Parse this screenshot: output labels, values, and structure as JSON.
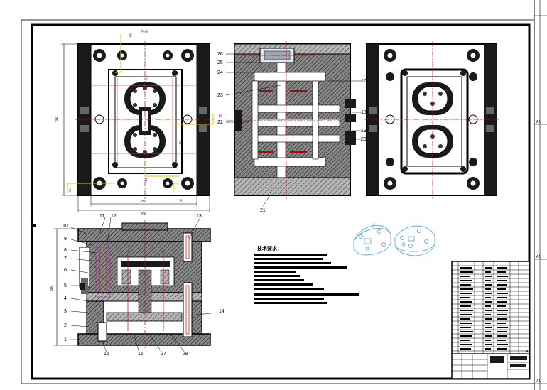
{
  "colors": {
    "line": "#000000",
    "hatch": "#444444",
    "dark_fill": "#1a1a1a",
    "gray_fill": "#6e6e6e",
    "red_center": "#d00000",
    "yellow_ann": "#d8c800",
    "magenta_ann": "#c000c0",
    "iso_blue": "#5aaee8"
  },
  "sheet": {
    "right_labels": [
      "A1",
      "A1",
      "A1"
    ]
  },
  "top_left_view": {
    "dim_height": "300",
    "dim_inner_width": "250",
    "dim_outer_width": "300",
    "mag_top": "A-A",
    "mag_labels": [
      "B",
      "B",
      "1",
      "2",
      "3",
      "4",
      "5",
      "6",
      "7"
    ]
  },
  "section_view": {
    "part_numbers_left": [
      "26",
      "25",
      "24",
      "23",
      "22"
    ],
    "part_numbers_right": [
      "17",
      "18",
      "19",
      "20"
    ],
    "part_number_bottom": "21"
  },
  "side_view": {
    "dim_height": "300",
    "part_numbers_left": [
      "10",
      "9",
      "8",
      "7",
      "6",
      "5",
      "4",
      "3",
      "2",
      "1"
    ],
    "part_numbers_top": [
      "11",
      "12",
      "13"
    ],
    "part_number_right": "14",
    "part_numbers_bottom": [
      "16",
      "15",
      "27",
      "28"
    ]
  },
  "tech_requirements": {
    "title": "技术要求："
  },
  "title_block": {
    "label": "A1"
  }
}
